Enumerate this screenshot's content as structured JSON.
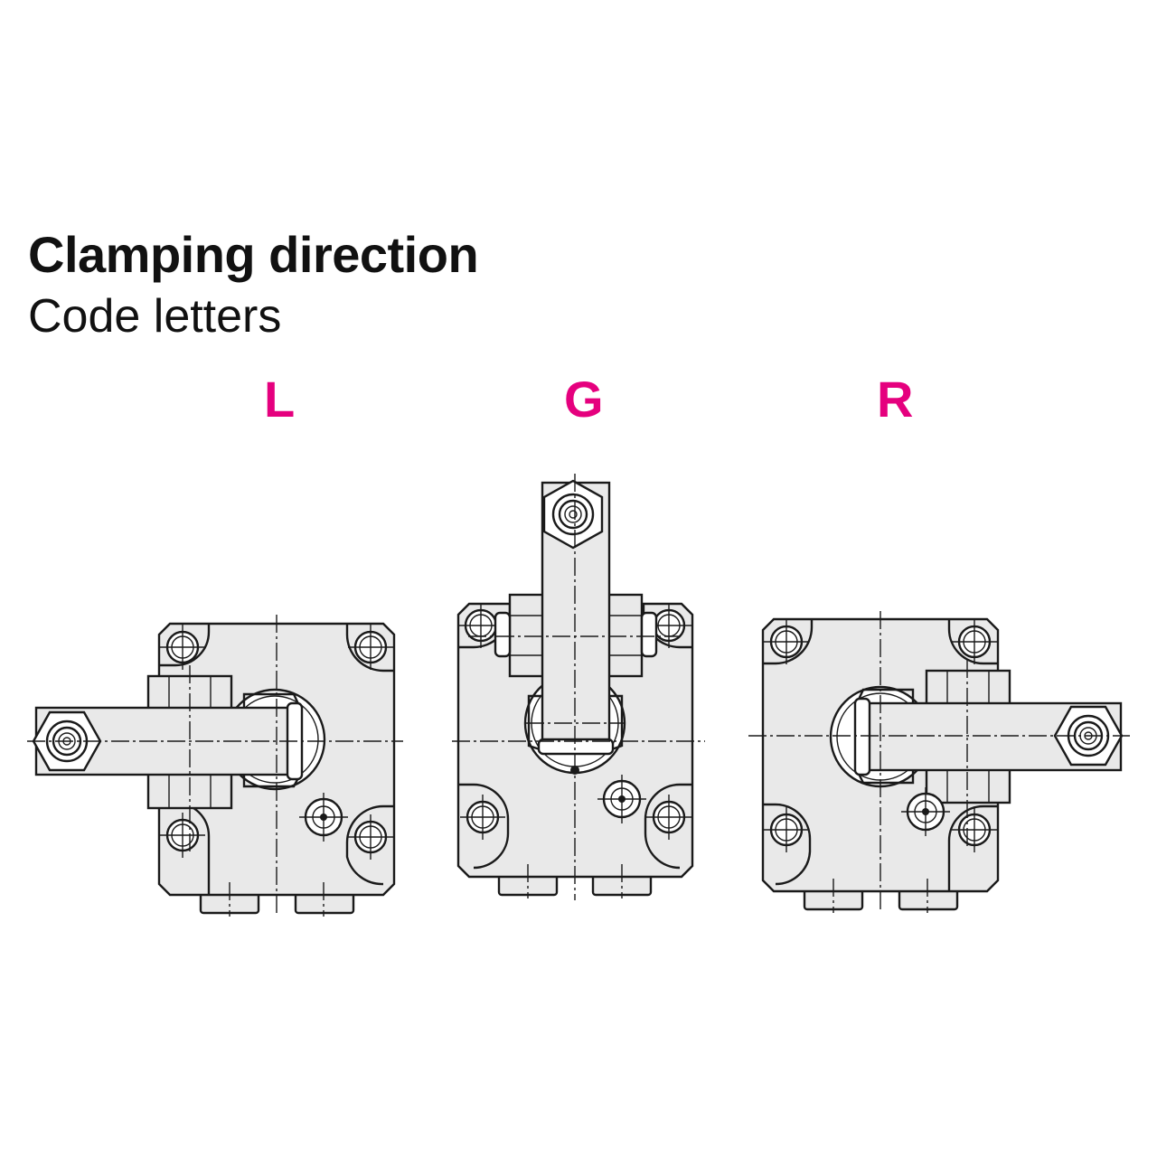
{
  "heading": {
    "title": "Clamping direction",
    "subtitle": "Code letters"
  },
  "variants": [
    {
      "code": "L",
      "lever_direction": "left"
    },
    {
      "code": "G",
      "lever_direction": "up"
    },
    {
      "code": "R",
      "lever_direction": "right"
    }
  ],
  "colors": {
    "code_letter": "#e5007e",
    "text": "#111111",
    "part_fill": "#e9e9e9",
    "outline": "#1a1a1a"
  }
}
